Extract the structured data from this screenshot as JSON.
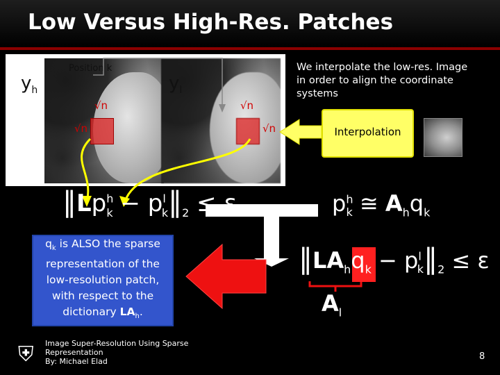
{
  "title": "Low Versus High-Res. Patches",
  "left_image": {
    "label_main": "y",
    "label_sub": "h",
    "position_label": "Position k",
    "patch_label": "√n"
  },
  "right_image": {
    "label_main": "y",
    "label_sub": "l",
    "patch_label": "√n"
  },
  "interp_description": "We interpolate the low-res. Image in order to align the coordinate systems",
  "interp_box_label": "Interpolation",
  "formula1": {
    "p_sup": "h",
    "p_sub": "k",
    "p2_sup": "l",
    "p2_sub": "k",
    "norm_sub": "2",
    "rhs": "ε"
  },
  "formula2": {
    "lhs_sup": "h",
    "lhs_sub": "k",
    "A_sub": "h",
    "q_sub": "k"
  },
  "formula3": {
    "A_sub": "h",
    "q_sub": "k",
    "p_sup": "l",
    "p_sub": "k",
    "norm_sub": "2",
    "rhs": "ε"
  },
  "formula4": {
    "A_sub": "l"
  },
  "desc": {
    "line1_pre": "q",
    "line1_sub": "k",
    "line1_post": " is ALSO the sparse representation of the low-resolution patch, with respect to the dictionary ",
    "dict_main": "LA",
    "dict_sub": "h",
    "dict_end": "."
  },
  "footer": {
    "line1": "Image Super-Resolution Using Sparse",
    "line2": "Representation",
    "line3": "By: Michael Elad"
  },
  "page_number": "8",
  "colors": {
    "title_bar_accent": "#8b0000",
    "yellow": "#ffff66",
    "blue": "#3355cc",
    "red": "#ff2020"
  }
}
